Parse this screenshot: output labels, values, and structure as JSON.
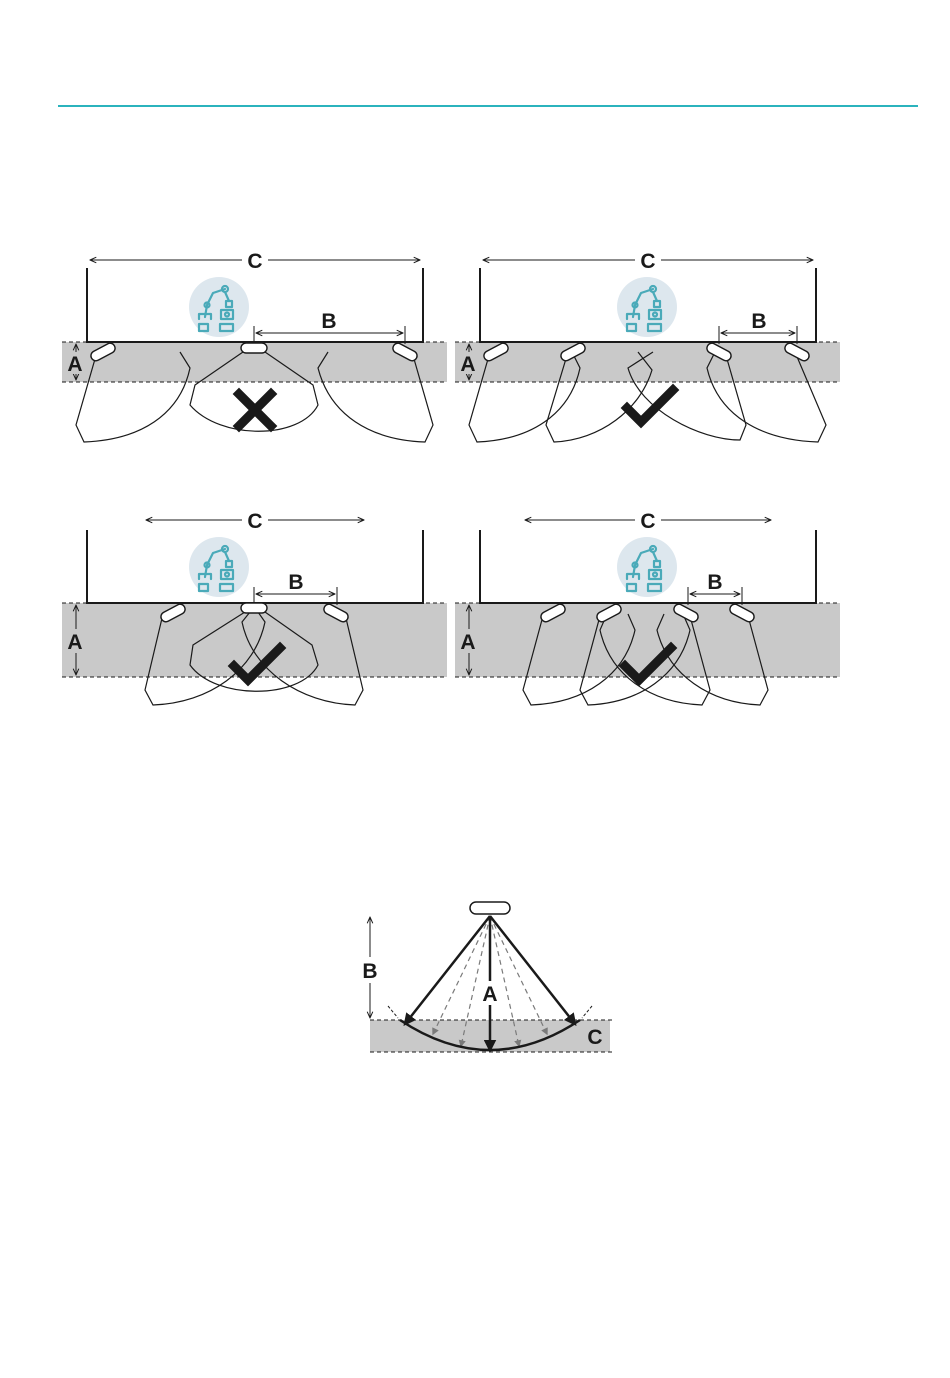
{
  "header": {
    "rule_color": "#2bb3bd"
  },
  "colors": {
    "zone": "#c9c9c9",
    "robot_circle": "#dde7ee",
    "robot_icon": "#4aaab9",
    "line": "#1a1a1a",
    "dashed_arrow": "#7a7a7a"
  },
  "panels": [
    {
      "id": "p1",
      "labels": {
        "a": "A",
        "b": "B",
        "c": "C"
      },
      "verdict": "cross",
      "sensor_count": 3
    },
    {
      "id": "p2",
      "labels": {
        "a": "A",
        "b": "B",
        "c": "C"
      },
      "verdict": "check",
      "sensor_count": 4
    },
    {
      "id": "p3",
      "labels": {
        "a": "A",
        "b": "B",
        "c": "C"
      },
      "verdict": "check",
      "sensor_count": 3
    },
    {
      "id": "p4",
      "labels": {
        "a": "A",
        "b": "B",
        "c": "C"
      },
      "verdict": "check",
      "sensor_count": 4
    }
  ],
  "detection_diagram": {
    "labels": {
      "a": "A",
      "b": "B",
      "c": "C"
    }
  }
}
